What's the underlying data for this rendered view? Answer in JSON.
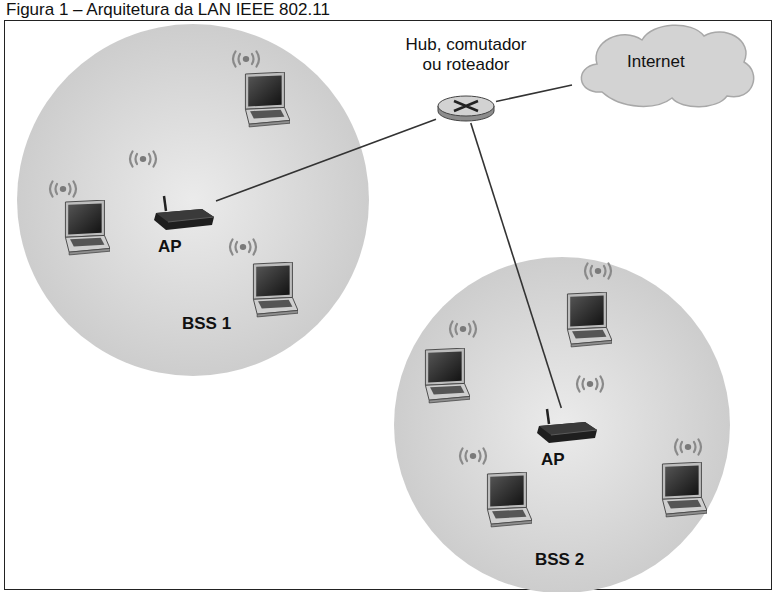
{
  "diagram": {
    "title": "Figura 1 – Arquitetura da LAN IEEE 802.11",
    "nodes": [
      {
        "text": [
          "BSS 1"
        ]
      },
      {
        "text": [
          "AP"
        ],
        "in": 0
      },
      {
        "text": [
          "Hub, comutador ou roteador"
        ]
      },
      {
        "text": [
          "Internet"
        ]
      },
      {
        "text": [
          "BSS 2"
        ]
      },
      {
        "text": [
          "AP"
        ],
        "in": 4
      }
    ],
    "edges": [
      {
        "from": 1,
        "to": 2,
        "arrow": "none"
      },
      {
        "from": 2,
        "to": 3,
        "arrow": "none"
      },
      {
        "from": 2,
        "to": 5,
        "arrow": "none"
      }
    ]
  }
}
